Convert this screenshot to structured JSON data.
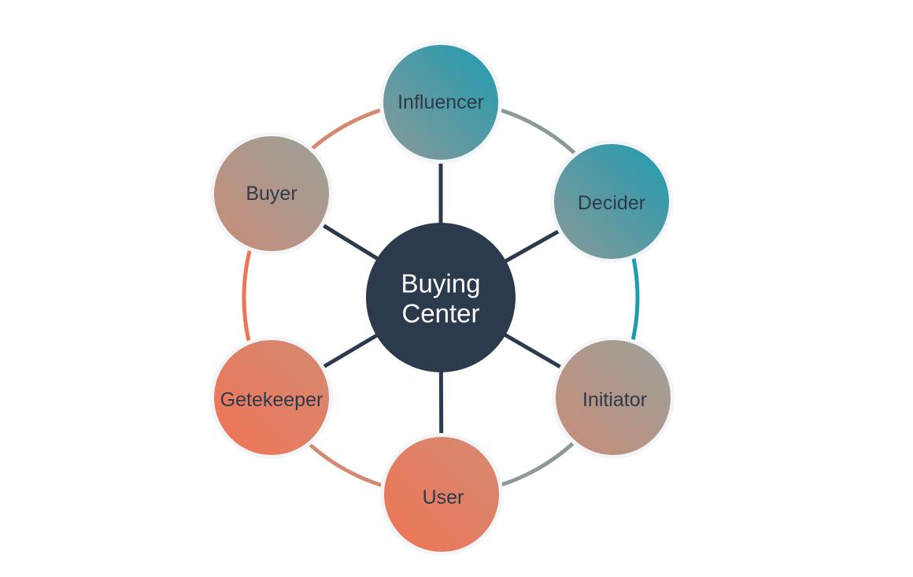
{
  "center": {
    "line1": "Buying",
    "line2": "Center",
    "color": "#2c3a4d"
  },
  "spoke_color": "#2c3a4d",
  "nodes": [
    {
      "id": "influencer",
      "label": "Influencer",
      "gradient": [
        "#1f9bb0",
        "#8a9a98"
      ]
    },
    {
      "id": "decider",
      "label": "Decider",
      "gradient": [
        "#1f9bb0",
        "#8a9a98"
      ]
    },
    {
      "id": "initiator",
      "label": "Initiator",
      "gradient": [
        "#9aa19a",
        "#c98c78"
      ]
    },
    {
      "id": "user",
      "label": "User",
      "gradient": [
        "#d48a72",
        "#ef7455"
      ]
    },
    {
      "id": "getekeeper",
      "label": "Getekeeper",
      "gradient": [
        "#d48a72",
        "#ef7455"
      ]
    },
    {
      "id": "buyer",
      "label": "Buyer",
      "gradient": [
        "#9aa19a",
        "#c98c78"
      ]
    }
  ],
  "ring_colors": [
    "#8a9a98",
    "#1f9bb0",
    "#8a9a98",
    "#d48a72",
    "#ef7455",
    "#d48a72"
  ]
}
